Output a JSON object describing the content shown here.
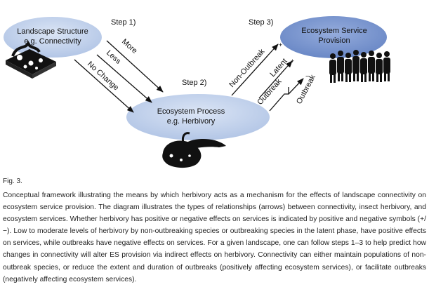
{
  "diagram": {
    "steps": {
      "step1": "Step 1)",
      "step2": "Step 2)",
      "step3": "Step 3)"
    },
    "nodes": {
      "landscape": {
        "line1": "Landscape Structure",
        "line2": "e.g. Connectivity"
      },
      "process": {
        "line1": "Ecosystem Process",
        "line2": "e.g. Herbivory"
      },
      "service": {
        "line1": "Ecosystem Service",
        "line2": "Provision"
      }
    },
    "arrow_labels": {
      "more": "More",
      "less": "Less",
      "no_change": "No Change",
      "non_outbreak": "Non-Outbreak",
      "latent": "Latent",
      "outbreak_left": "Outbreak",
      "outbreak_right": "Outbreak"
    },
    "signs": {
      "plus1": "+",
      "plus2": "+",
      "minus": "−"
    },
    "colors": {
      "ellipse_light": "#c5d4ec",
      "ellipse_dark": "#7a96cf",
      "figure": "#111111"
    }
  },
  "caption": {
    "fig_label": "Fig. 3.",
    "text": "Conceptual framework illustrating the means by which herbivory acts as a mechanism for the effects of landscape connectivity on ecosystem service provision. The diagram illustrates the types of relationships (arrows) between connectivity, insect herbivory, and ecosystem services. Whether herbivory has positive or negative effects on services is indicated by positive and negative symbols (+/−). Low to moderate levels of herbivory by non-outbreaking species or outbreaking species in the latent phase, have positive effects on services, while outbreaks have negative effects on services. For a given landscape, one can follow steps 1–3 to help predict how changes in connectivity will alter ES provision via indirect effects on herbivory. Connectivity can either maintain populations of non-outbreak species, or reduce the extent and duration of outbreaks (positively affecting ecosystem services), or facilitate outbreaks (negatively affecting ecosystem services)."
  }
}
